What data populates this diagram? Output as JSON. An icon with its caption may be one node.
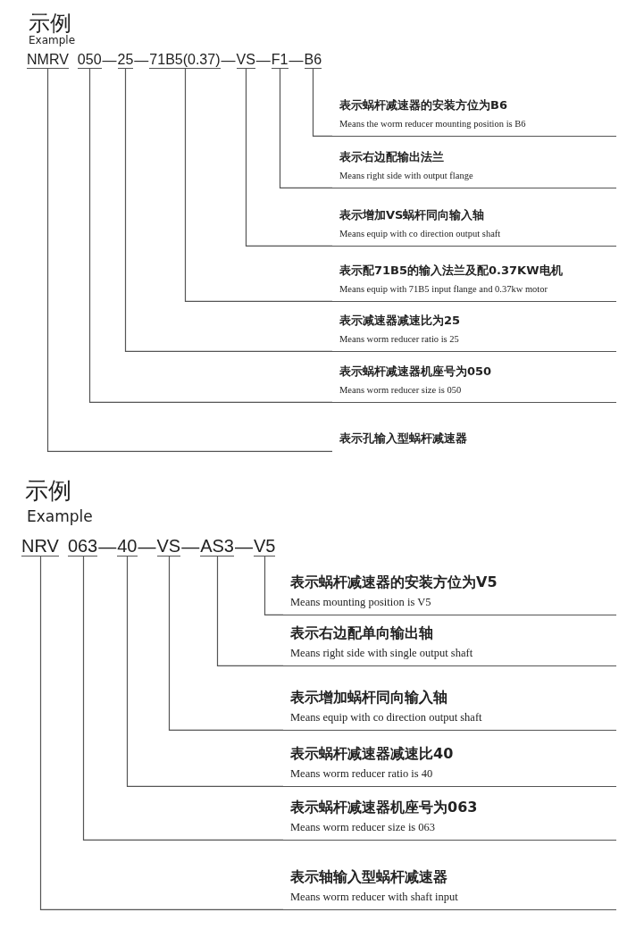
{
  "diagram": {
    "nodes": [
      {
        "text": [
          "NMRV"
        ]
      },
      {
        "text": [
          "050"
        ]
      },
      {
        "text": [
          "25"
        ]
      },
      {
        "text": [
          "71B5(0.37)"
        ]
      },
      {
        "text": [
          "VS"
        ]
      },
      {
        "text": [
          "F1"
        ]
      },
      {
        "text": [
          "B6"
        ]
      },
      {
        "text": [
          "表示蜗杆减速器的安装方位为B6",
          "Means the worm reducer mounting position is B6"
        ]
      },
      {
        "text": [
          "表示右边配输出法兰",
          "Means right side with output flange"
        ]
      },
      {
        "text": [
          "表示增加VS蜗杆同向输入轴",
          "Means equip with co direction output shaft"
        ]
      },
      {
        "text": [
          "表示配71B5的输入法兰及配0.37KW电机",
          "Means equip with 71B5 input flange and 0.37kw motor"
        ]
      },
      {
        "text": [
          "表示减速器减速比为25",
          "Means worm reducer ratio is 25"
        ]
      },
      {
        "text": [
          "表示蜗杆减速器机座号为050",
          "Means worm reducer size is 050"
        ]
      },
      {
        "text": [
          "表示孔输入型蜗杆减速器"
        ]
      },
      {
        "text": [
          "NRV"
        ]
      },
      {
        "text": [
          "063"
        ]
      },
      {
        "text": [
          "40"
        ]
      },
      {
        "text": [
          "VS"
        ]
      },
      {
        "text": [
          "AS3"
        ]
      },
      {
        "text": [
          "V5"
        ]
      },
      {
        "text": [
          "表示蜗杆减速器的安装方位为V5",
          "Means  mounting position is V5"
        ]
      },
      {
        "text": [
          "表示右边配单向输出轴",
          "Means right side with single output shaft"
        ]
      },
      {
        "text": [
          "表示增加蜗杆同向输入轴",
          "Means equip with co direction output shaft"
        ]
      },
      {
        "text": [
          "表示蜗杆减速器减速比40",
          "Means worm reducer ratio is 40"
        ]
      },
      {
        "text": [
          "表示蜗杆减速器机座号为063",
          "Means worm reducer size is 063"
        ]
      },
      {
        "text": [
          "表示轴输入型蜗杆减速器",
          "Means worm reducer with shaft input"
        ]
      }
    ],
    "edges": [
      {
        "from": 6,
        "to": 7,
        "arrow": "none"
      },
      {
        "from": 5,
        "to": 8,
        "arrow": "none"
      },
      {
        "from": 4,
        "to": 9,
        "arrow": "none"
      },
      {
        "from": 3,
        "to": 10,
        "arrow": "none"
      },
      {
        "from": 2,
        "to": 11,
        "arrow": "none"
      },
      {
        "from": 1,
        "to": 12,
        "arrow": "none"
      },
      {
        "from": 0,
        "to": 13,
        "arrow": "none"
      },
      {
        "from": 19,
        "to": 20,
        "arrow": "none"
      },
      {
        "from": 18,
        "to": 21,
        "arrow": "none"
      },
      {
        "from": 17,
        "to": 22,
        "arrow": "none"
      },
      {
        "from": 16,
        "to": 23,
        "arrow": "none"
      },
      {
        "from": 15,
        "to": 24,
        "arrow": "none"
      },
      {
        "from": 14,
        "to": 25,
        "arrow": "none"
      }
    ],
    "labels": [
      "示例",
      "Example",
      "—",
      "—",
      "—",
      "—",
      "—",
      "示例",
      "Example",
      "—",
      "—",
      "—",
      "—"
    ]
  }
}
